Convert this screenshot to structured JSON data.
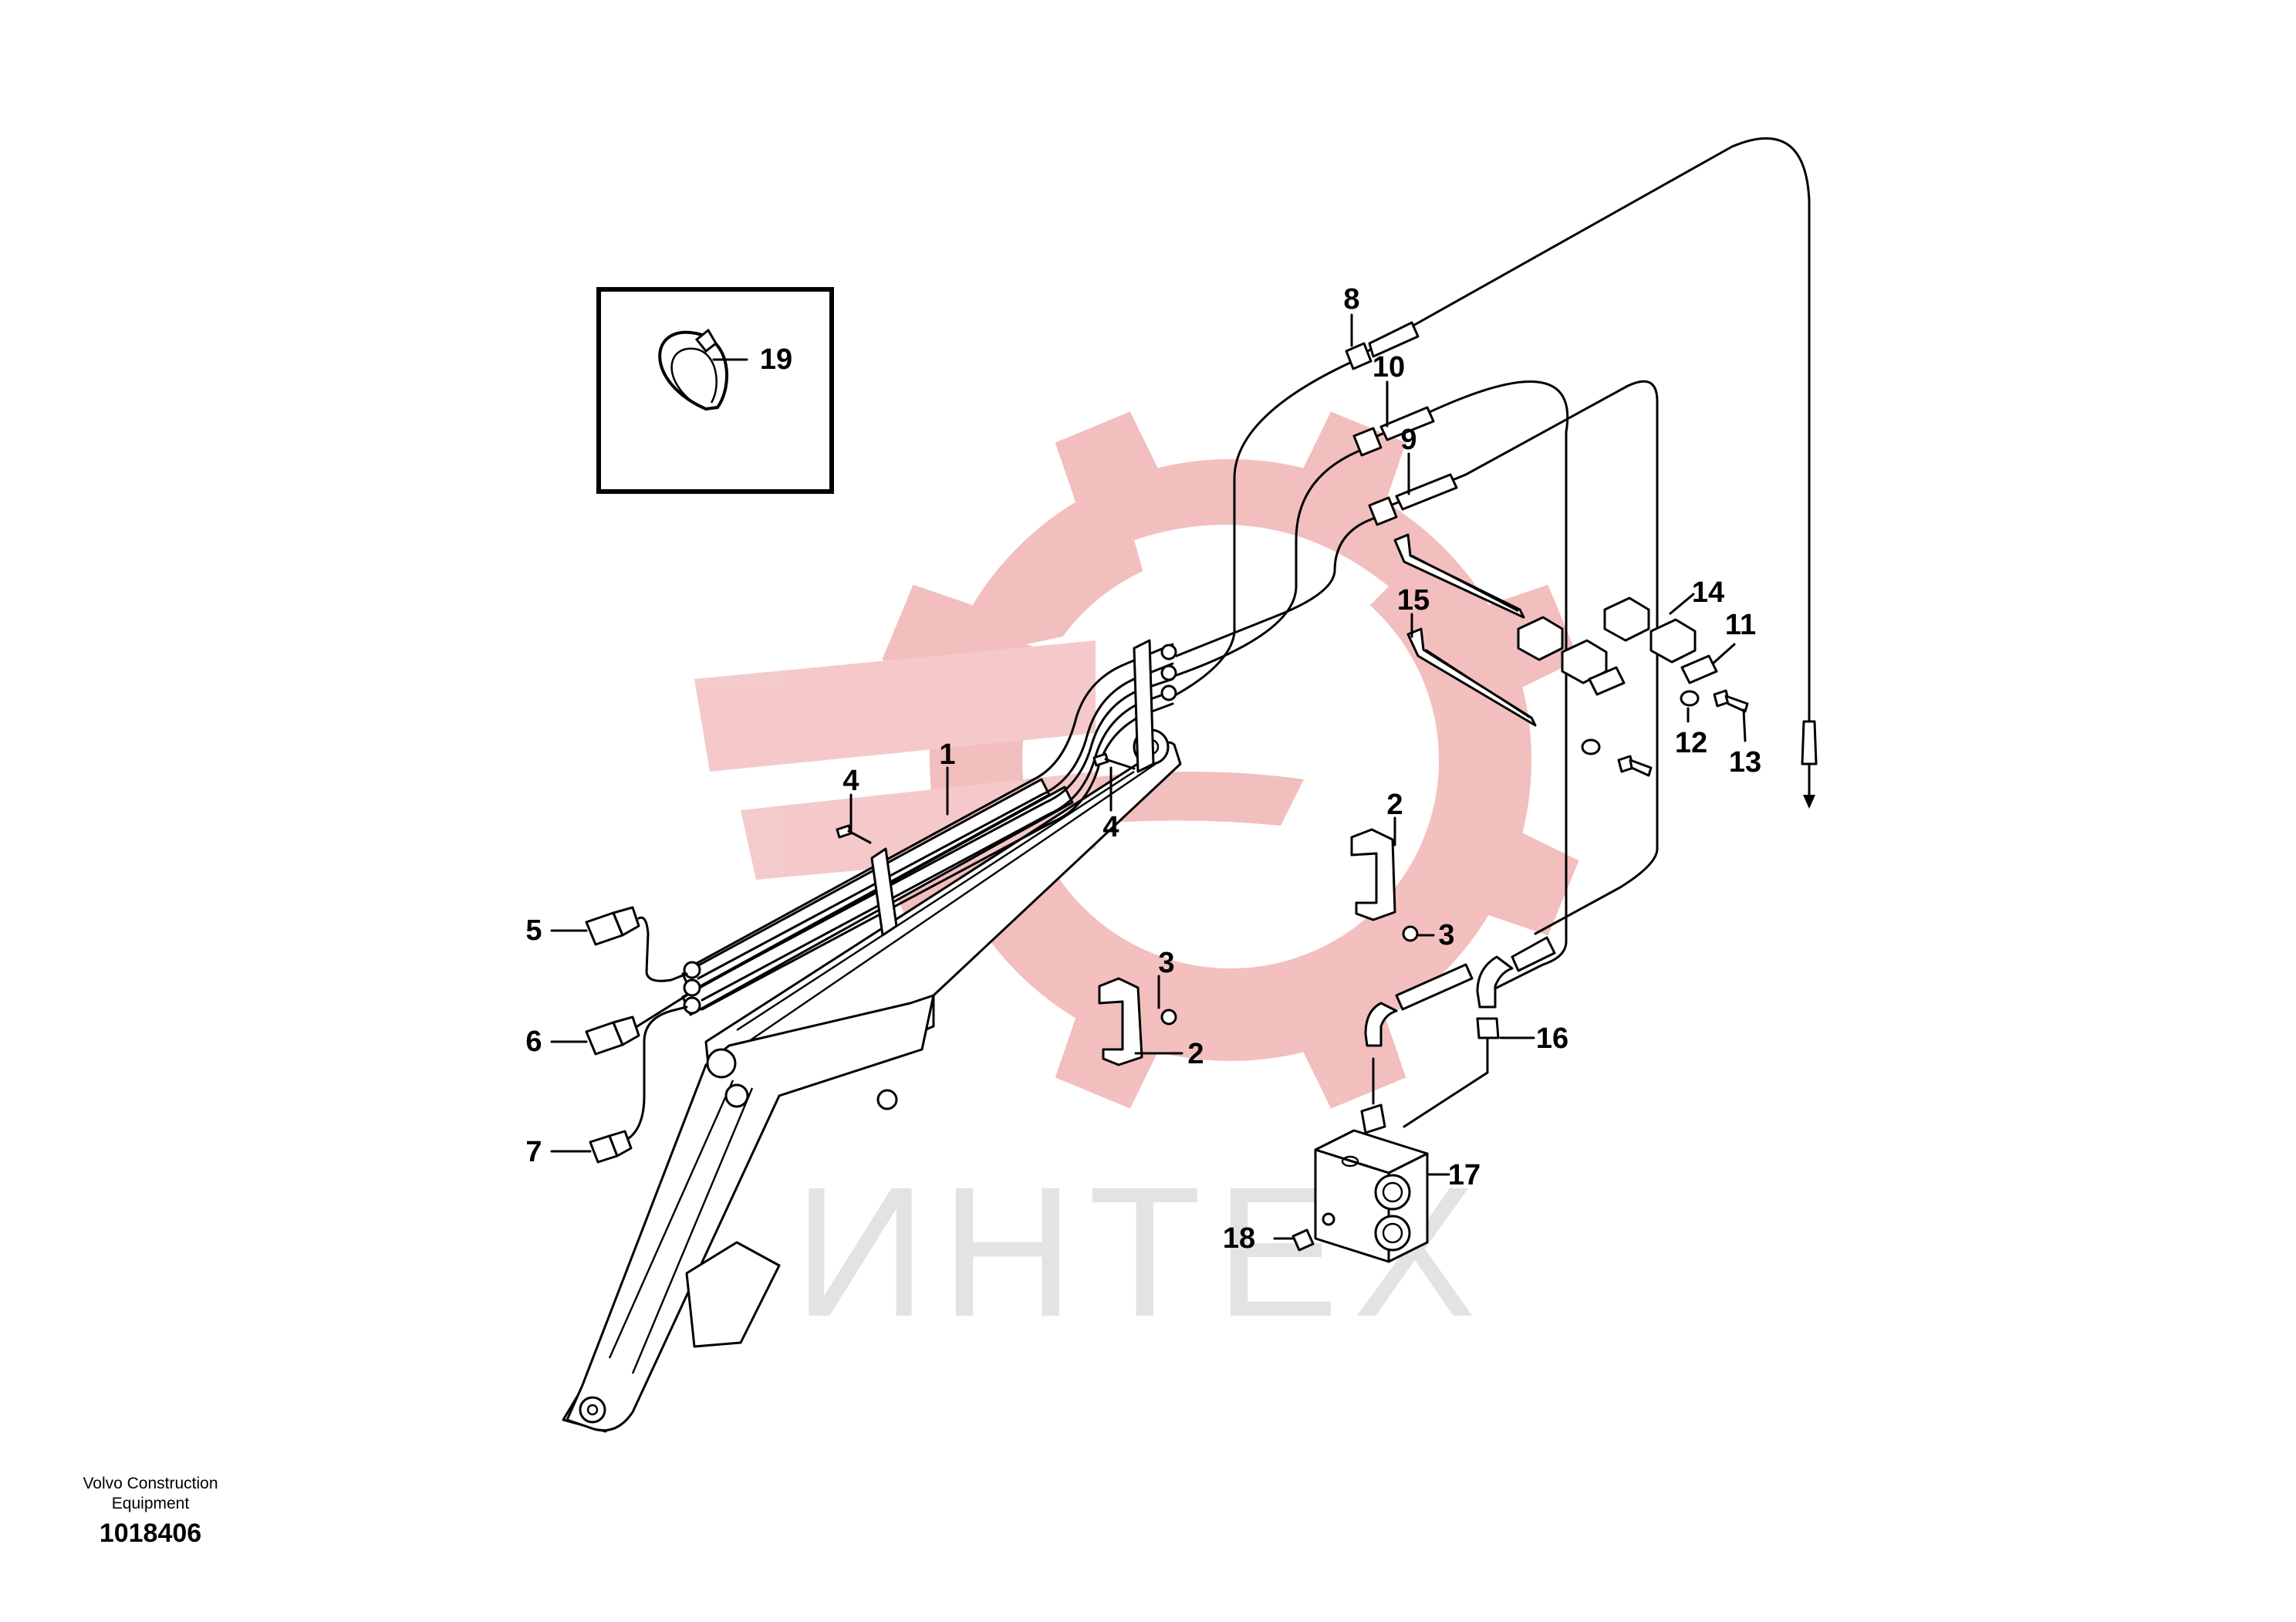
{
  "watermark": {
    "text": "ИНТЕХ",
    "logo_color": "#f2b8b8",
    "text_color": "#e3e3e3"
  },
  "callouts": [
    {
      "id": "c1",
      "label": "1"
    },
    {
      "id": "c2a",
      "label": "2"
    },
    {
      "id": "c2b",
      "label": "2"
    },
    {
      "id": "c3a",
      "label": "3"
    },
    {
      "id": "c3b",
      "label": "3"
    },
    {
      "id": "c4a",
      "label": "4"
    },
    {
      "id": "c4b",
      "label": "4"
    },
    {
      "id": "c5",
      "label": "5"
    },
    {
      "id": "c6",
      "label": "6"
    },
    {
      "id": "c7",
      "label": "7"
    },
    {
      "id": "c8",
      "label": "8"
    },
    {
      "id": "c9",
      "label": "9"
    },
    {
      "id": "c10",
      "label": "10"
    },
    {
      "id": "c11",
      "label": "11"
    },
    {
      "id": "c12",
      "label": "12"
    },
    {
      "id": "c13",
      "label": "13"
    },
    {
      "id": "c14",
      "label": "14"
    },
    {
      "id": "c15",
      "label": "15"
    },
    {
      "id": "c16",
      "label": "16"
    },
    {
      "id": "c17",
      "label": "17"
    },
    {
      "id": "c18",
      "label": "18"
    },
    {
      "id": "c19",
      "label": "19"
    }
  ],
  "footer": {
    "manufacturer": "Volvo Construction Equipment",
    "drawing_number": "1018406"
  }
}
